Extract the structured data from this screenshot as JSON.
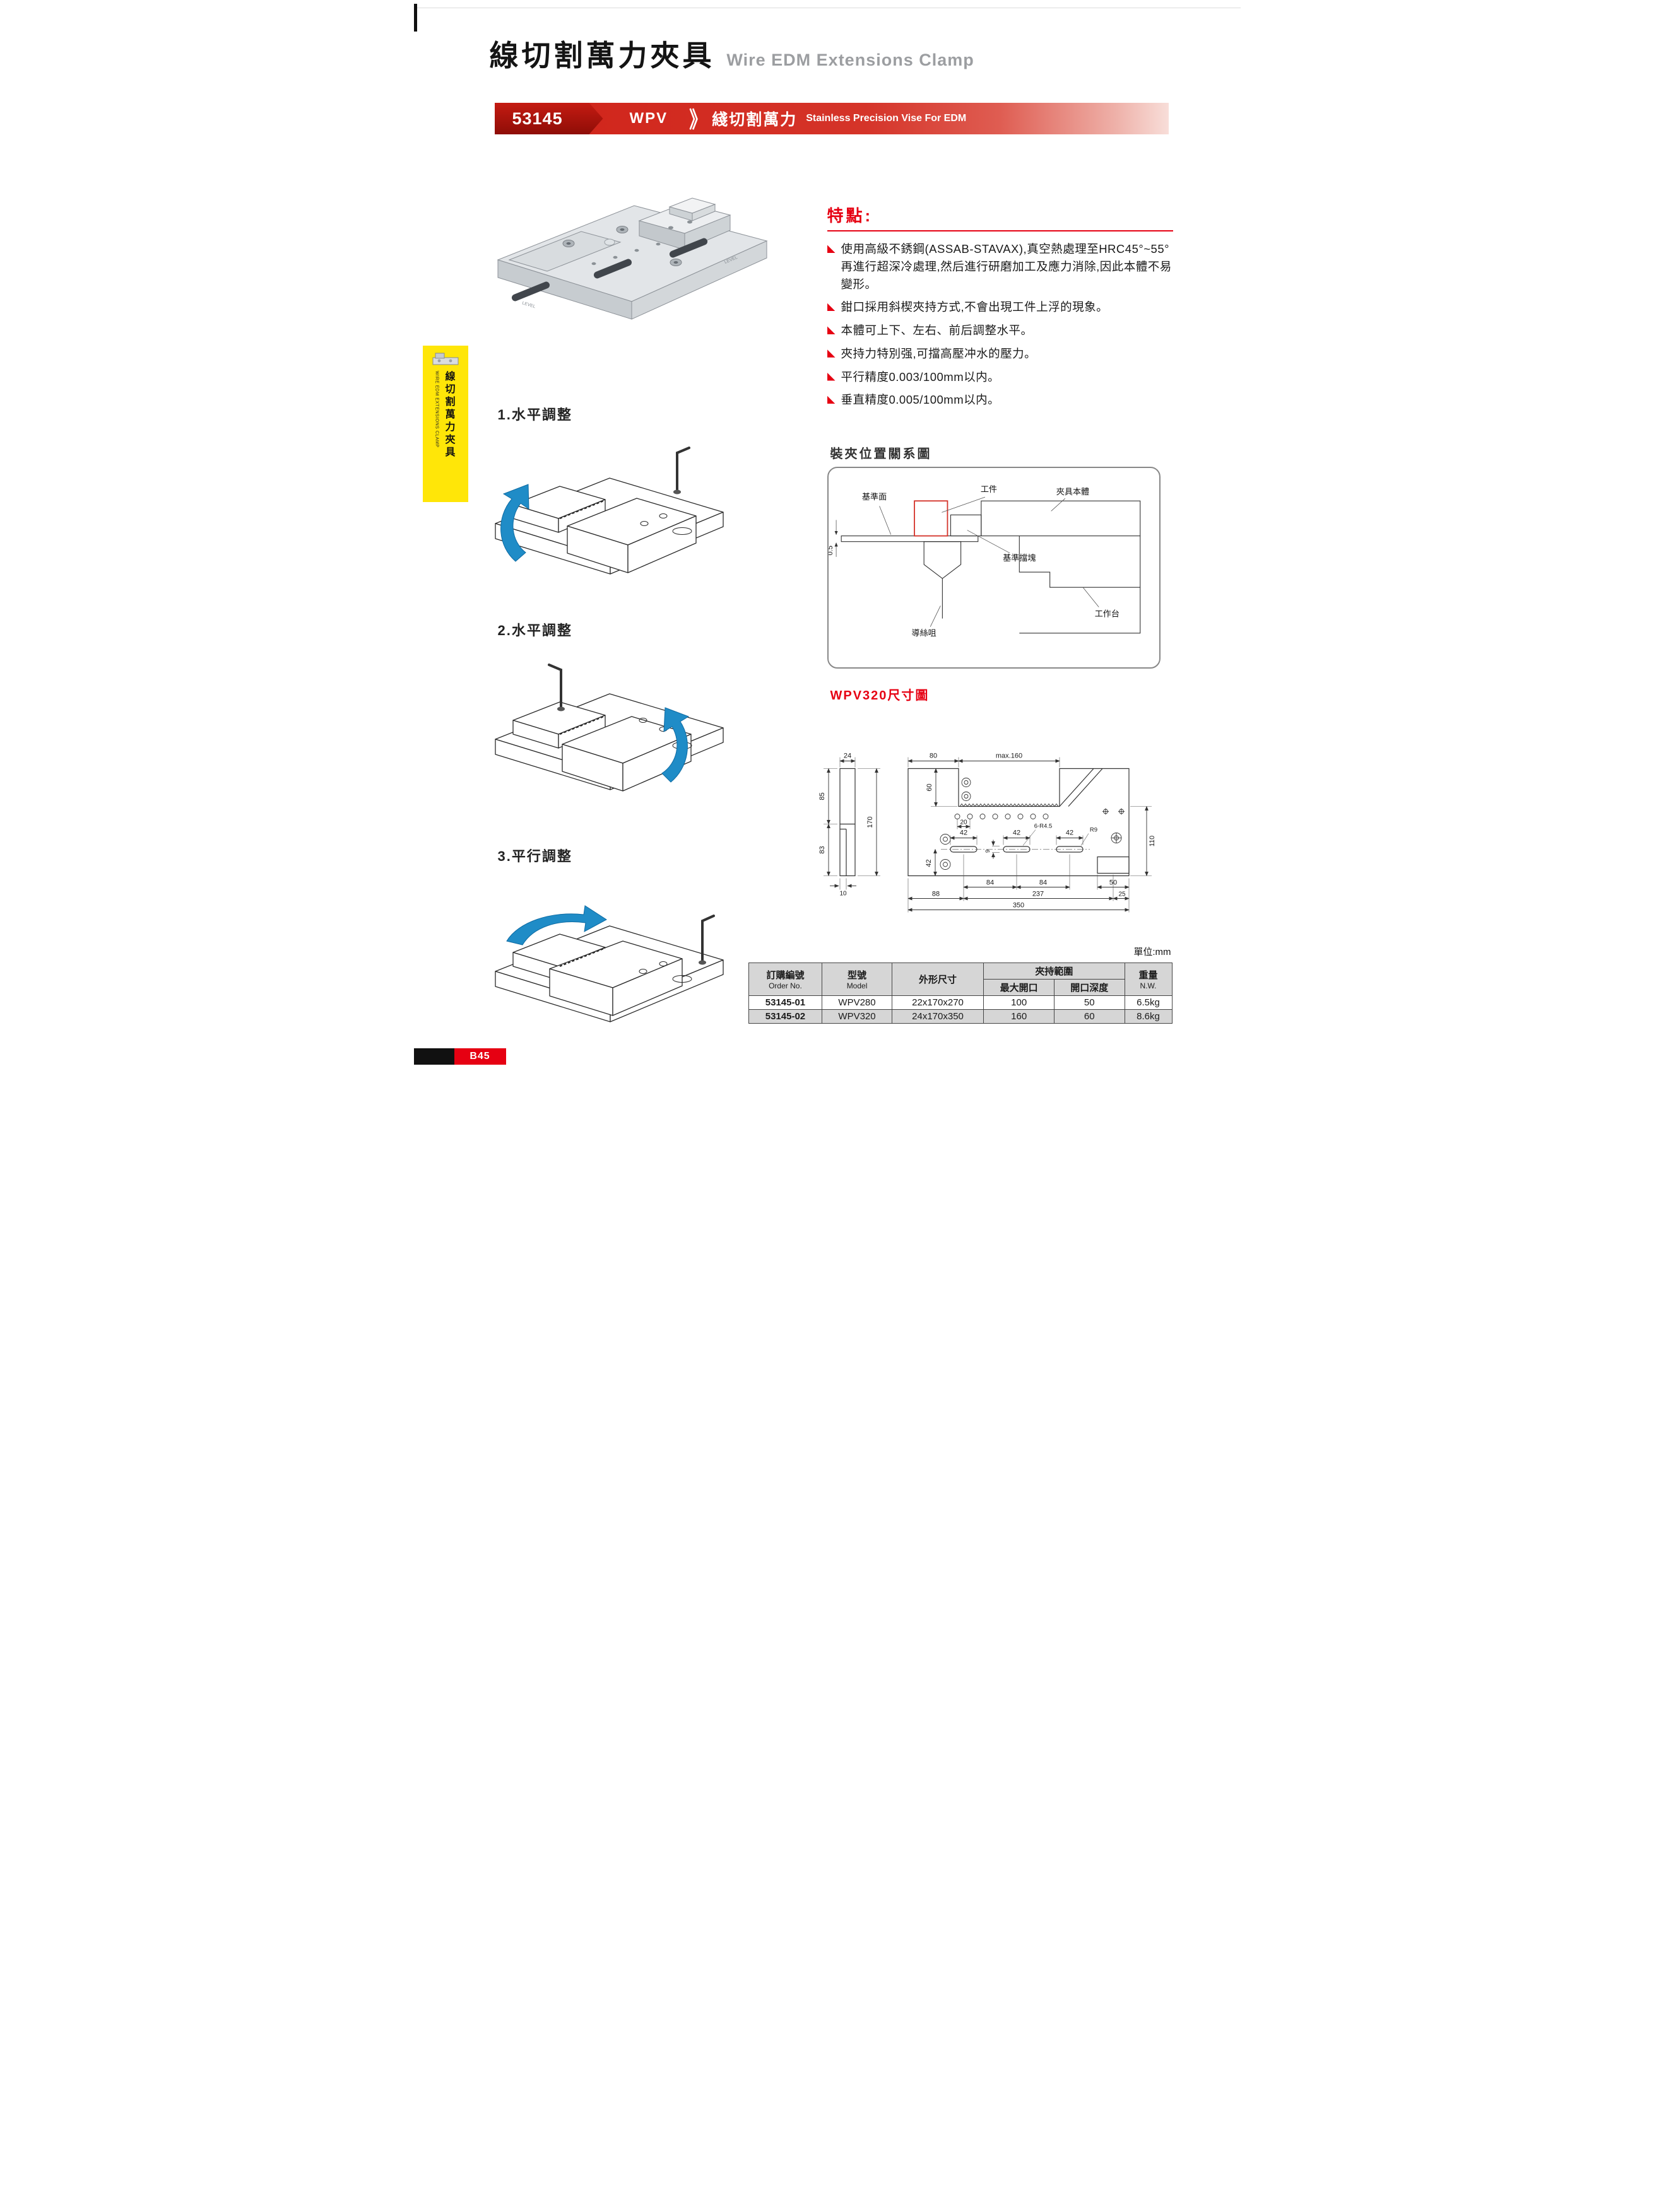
{
  "page": {
    "title_zh": "線切割萬力夾具",
    "title_en": "Wire EDM Extensions Clamp",
    "units_note": "單位:mm",
    "page_number": "B45"
  },
  "banner": {
    "code": "53145",
    "series": "WPV",
    "chevron_icon": "》",
    "name_zh": "綫切割萬力",
    "name_en": "Stainless Precision Vise For EDM",
    "accent_red": "#e60012"
  },
  "sidebar": {
    "label_zh": "線切割萬力夾具",
    "label_en": "WIRE EDM EXTENSIONS CLAMP",
    "bg": "#ffe608"
  },
  "photo": {
    "engraving": "LEVEL"
  },
  "features": {
    "heading": "特點:",
    "items": [
      "使用高級不銹鋼(ASSAB-STAVAX),真空熱處理至HRC45°~55°再進行超深冷處理,然后進行研磨加工及應力消除,因此本體不易變形。",
      "鉗口採用斜楔夾持方式,不會出現工件上浮的現象。",
      "本體可上下、左右、前后調整水平。",
      "夾持力特別强,可擋高壓冲水的壓力。",
      "平行精度0.003/100mm以内。",
      "垂直精度0.005/100mm以内。"
    ]
  },
  "adjustments": [
    {
      "label": "1.水平調整"
    },
    {
      "label": "2.水平調整"
    },
    {
      "label": "3.平行調整"
    }
  ],
  "position_diagram": {
    "heading": "裝夾位置關系圖",
    "labels": {
      "datum_face": "基準面",
      "workpiece": "工件",
      "clamp_body": "夾具本體",
      "datum_block": "基準擋塊",
      "wire_guide": "導絲咀",
      "worktable": "工作台",
      "gap": "0.5"
    }
  },
  "dimension_diagram": {
    "heading": "WPV320尺寸圖",
    "dims": {
      "side_width": "24",
      "jaw_width": "80",
      "max_opening": "max.160",
      "opening_depth": "60",
      "upper_height": "85",
      "total_height": "170",
      "lower_height": "83",
      "screw_pitch": "20",
      "slot_length_1": "42",
      "slot_length_2": "42",
      "slot_length_3": "42",
      "slot_radius": "6-R4.5",
      "corner_radius": "R9",
      "right_height": "110",
      "slot_to_bottom": "42",
      "slot_height": "9",
      "slot_pitch_1": "84",
      "slot_pitch_2": "84",
      "block_width": "50",
      "foot_width": "10",
      "edge_to_slot": "88",
      "slot_span": "237",
      "block_offset": "25",
      "total_width": "350"
    }
  },
  "spec_table": {
    "headers": {
      "order_zh": "訂購編號",
      "order_en": "Order No.",
      "model_zh": "型號",
      "model_en": "Model",
      "dims": "外形尺寸",
      "range": "夾持範圍",
      "max_open": "最大開口",
      "open_depth": "開口深度",
      "weight_zh": "重量",
      "weight_en": "N.W."
    },
    "rows": [
      {
        "order": "53145-01",
        "model": "WPV280",
        "dims": "22x170x270",
        "open": "100",
        "depth": "50",
        "weight": "6.5kg"
      },
      {
        "order": "53145-02",
        "model": "WPV320",
        "dims": "24x170x350",
        "open": "160",
        "depth": "60",
        "weight": "8.6kg"
      }
    ]
  }
}
